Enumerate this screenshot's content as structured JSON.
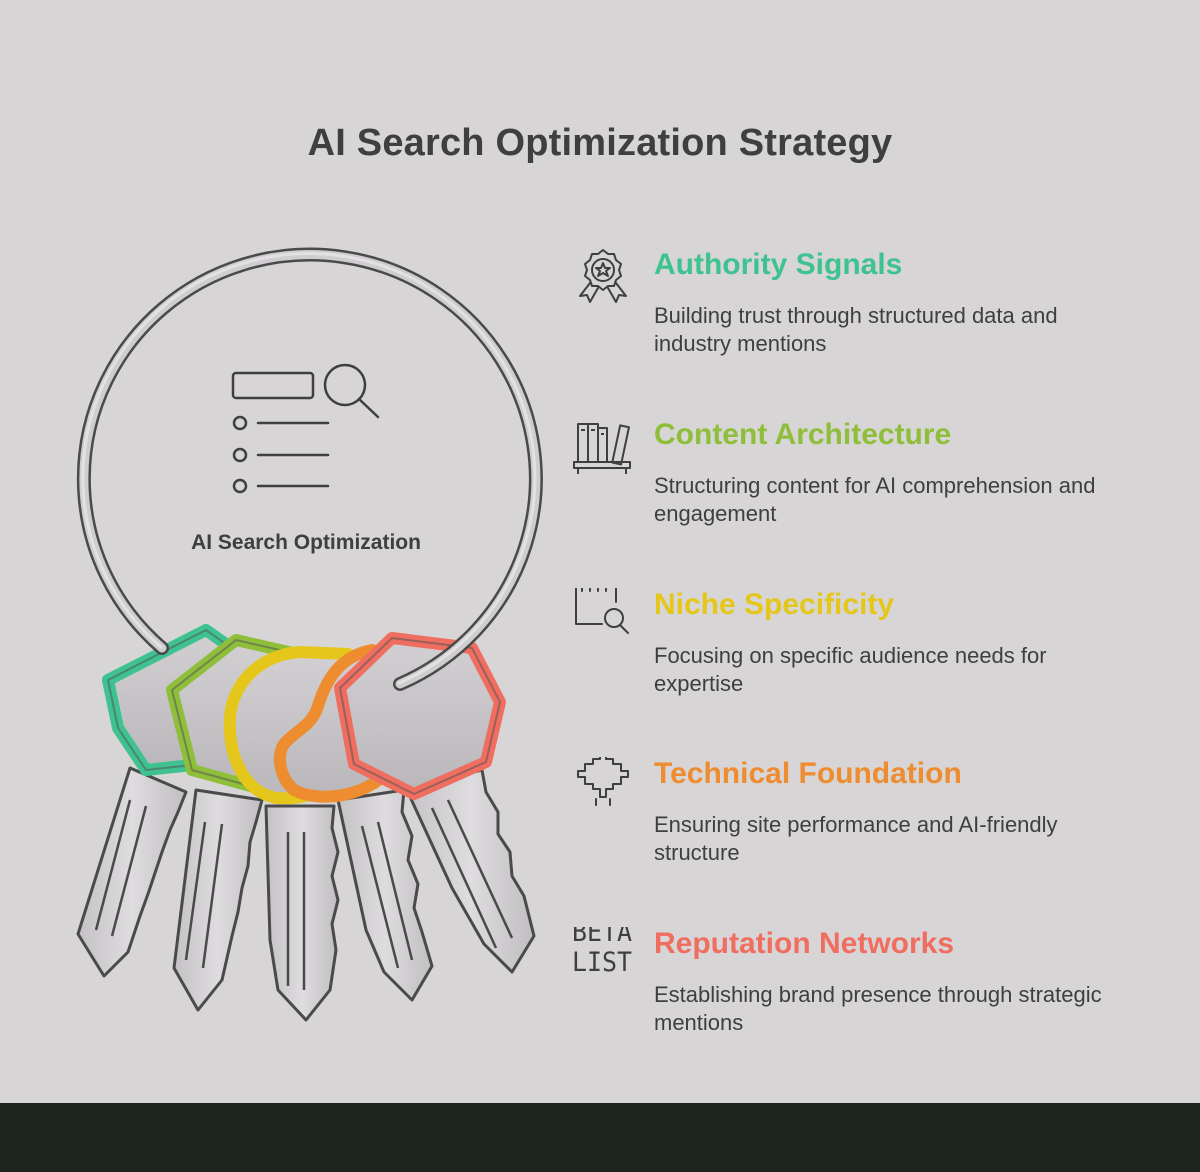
{
  "title": "AI Search Optimization Strategy",
  "center_label": "AI Search Optimization",
  "colors": {
    "background": "#d7d5d5",
    "footer": "#1b241d",
    "text": "#3f3f3f",
    "teal": "#3ec292",
    "lime": "#8fbf3a",
    "yellow": "#e5c61a",
    "orange": "#ee8c30",
    "red": "#ef6e60"
  },
  "items": [
    {
      "heading": "Authority Signals",
      "description": "Building trust through structured data and industry mentions",
      "color": "#3ec292",
      "icon": "award-ribbon-icon"
    },
    {
      "heading": "Content Architecture",
      "description": "Structuring content for AI comprehension and engagement",
      "color": "#8fbf3a",
      "icon": "bookshelf-icon"
    },
    {
      "heading": "Niche Specificity",
      "description": "Focusing on specific audience needs for expertise",
      "color": "#e5c61a",
      "icon": "calendar-search-icon"
    },
    {
      "heading": "Technical Foundation",
      "description": "Ensuring site performance and AI-friendly structure",
      "color": "#ee8c30",
      "icon": "chip-icon"
    },
    {
      "heading": "Reputation Networks",
      "description": "Establishing brand presence through strategic mentions",
      "color": "#ef6e60",
      "icon": "beta-list-icon",
      "icon_text": [
        "BETA",
        "LIST"
      ]
    }
  ]
}
